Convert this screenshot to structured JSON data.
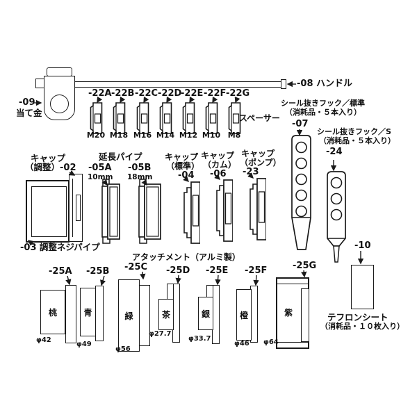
{
  "handle": {
    "part_no": "-08",
    "name": "ハンドル"
  },
  "backing_plate": {
    "part_no": "-09",
    "name": "当て金"
  },
  "spacer_section": {
    "name": "スペーサー",
    "items": [
      {
        "part_no": "-22A",
        "size": "M20"
      },
      {
        "part_no": "-22B",
        "size": "M18"
      },
      {
        "part_no": "-22C",
        "size": "M16"
      },
      {
        "part_no": "-22D",
        "size": "M14"
      },
      {
        "part_no": "-22E",
        "size": "M12"
      },
      {
        "part_no": "-22F",
        "size": "M10"
      },
      {
        "part_no": "-22G",
        "size": "M8"
      }
    ]
  },
  "seal_hooks": [
    {
      "part_no": "-07",
      "name": "シール抜きフック／標準",
      "note": "（消耗品・５本入り）"
    },
    {
      "part_no": "-24",
      "name": "シール抜きフック／S",
      "note": "（消耗品・５本入り）"
    }
  ],
  "adjust_cap": {
    "name": "キャップ",
    "variant": "（調整）",
    "part_no": "-02"
  },
  "adjust_screw_pipe": {
    "part_no": "-03",
    "name": "調整ネジパイプ"
  },
  "extension_pipes": {
    "name": "延長パイプ",
    "items": [
      {
        "part_no": "-05A",
        "size": "10mm"
      },
      {
        "part_no": "-05B",
        "size": "18mm"
      }
    ]
  },
  "caps": [
    {
      "name": "キャップ",
      "variant": "（標準）",
      "part_no": "-04"
    },
    {
      "name": "キャップ",
      "variant": "（カム）",
      "part_no": "-06"
    },
    {
      "name": "キャップ",
      "variant": "（ポンプ）",
      "part_no": "-23"
    }
  ],
  "attachment_section": {
    "title": "アタッチメント（アルミ製）",
    "items": [
      {
        "part_no": "-25A",
        "color": "桃",
        "diameter": "φ42"
      },
      {
        "part_no": "-25B",
        "color": "青",
        "diameter": "φ49"
      },
      {
        "part_no": "-25C",
        "color": "緑",
        "diameter": "φ56"
      },
      {
        "part_no": "-25D",
        "color": "茶",
        "diameter": "φ27.7"
      },
      {
        "part_no": "-25E",
        "color": "銀",
        "diameter": "φ33.7"
      },
      {
        "part_no": "-25F",
        "color": "橙",
        "diameter": "φ46"
      },
      {
        "part_no": "-25G",
        "color": "紫",
        "diameter": "φ64"
      }
    ]
  },
  "teflon_sheet": {
    "part_no": "-10",
    "name": "テフロンシート",
    "note": "（消耗品・１０枚入り）"
  }
}
